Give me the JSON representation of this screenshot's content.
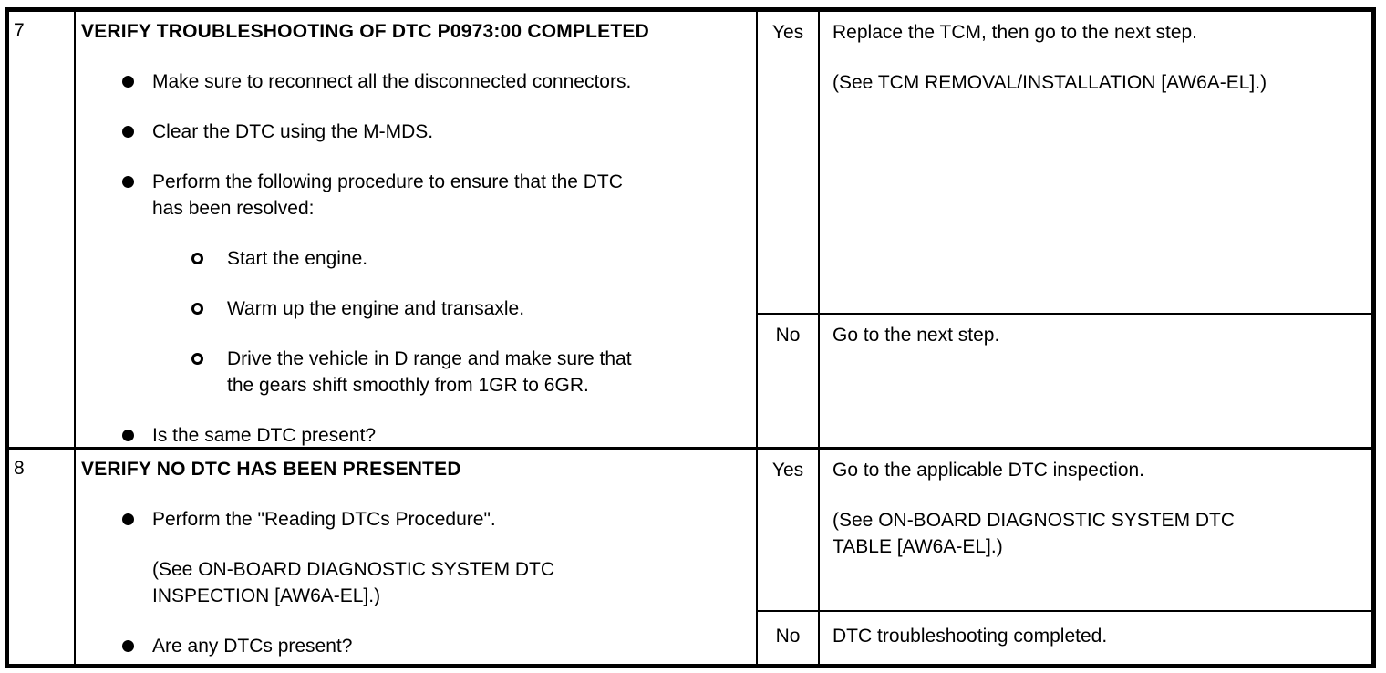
{
  "page": {
    "background_color": "#ffffff",
    "text_color": "#000000",
    "border_color": "#000000"
  },
  "table": {
    "steps": [
      {
        "number": "7",
        "action": {
          "title": "VERIFY TROUBLESHOOTING OF DTC P0973:00 COMPLETED",
          "items": [
            {
              "type": "bullet",
              "text": "Make sure to reconnect all the disconnected connectors."
            },
            {
              "type": "bullet",
              "text": "Clear the DTC using the M-MDS."
            },
            {
              "type": "bullet",
              "text": "Perform the following procedure to ensure that the DTC\nhas been resolved:"
            },
            {
              "type": "sub-bullet",
              "text": "Start the engine."
            },
            {
              "type": "sub-bullet",
              "text": "Warm up the engine and transaxle."
            },
            {
              "type": "sub-bullet",
              "text": "Drive the vehicle in D range and make sure that\nthe gears shift smoothly from 1GR to 6GR."
            },
            {
              "type": "bullet",
              "text": "Is the same DTC present?"
            }
          ]
        },
        "outcomes": [
          {
            "answer": "Yes",
            "paragraphs": [
              "Replace the TCM, then go to the next step.",
              "(See TCM REMOVAL/INSTALLATION [AW6A-EL].)"
            ]
          },
          {
            "answer": "No",
            "paragraphs": [
              "Go to the next step."
            ]
          }
        ]
      },
      {
        "number": "8",
        "action": {
          "title": "VERIFY NO DTC HAS BEEN PRESENTED",
          "items": [
            {
              "type": "bullet",
              "text": "Perform the \"Reading DTCs Procedure\"."
            },
            {
              "type": "note",
              "text": "(See ON-BOARD DIAGNOSTIC SYSTEM DTC\nINSPECTION [AW6A-EL].)"
            },
            {
              "type": "bullet",
              "text": "Are any DTCs present?"
            }
          ]
        },
        "outcomes": [
          {
            "answer": "Yes",
            "paragraphs": [
              "Go to the applicable DTC inspection.",
              "(See ON-BOARD DIAGNOSTIC SYSTEM DTC\nTABLE [AW6A-EL].)"
            ]
          },
          {
            "answer": "No",
            "paragraphs": [
              "DTC troubleshooting completed."
            ]
          }
        ]
      }
    ]
  }
}
